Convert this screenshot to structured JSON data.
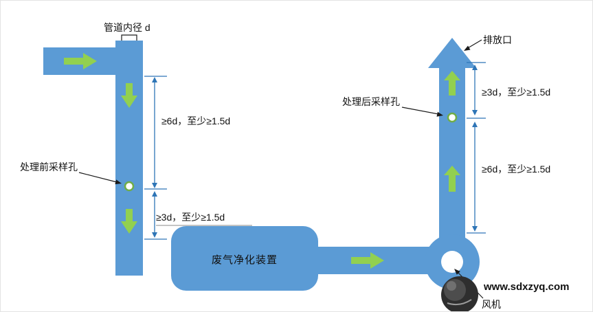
{
  "labels": {
    "pipe_inner_diameter": "管道内径 d",
    "pre_treatment_sampling_port": "处理前采样孔",
    "post_treatment_sampling_port": "处理后采样孔",
    "discharge_outlet": "排放口",
    "purification_device": "废气净化装置",
    "fan": "风机"
  },
  "dimensions": {
    "left_upper": "≥6d，至少≥1.5d",
    "left_lower": "≥3d，至少≥1.5d",
    "right_upper": "≥3d，至少≥1.5d",
    "right_lower": "≥6d，至少≥1.5d"
  },
  "watermark": {
    "site": "www.sdxzyq.com"
  },
  "colors": {
    "pipe": "#5B9BD5",
    "arrow_green": "#92D050",
    "dimension_blue": "#2E75B6",
    "sampling_green": "#70AD47",
    "watermark_gray": "#9a9a9a"
  }
}
